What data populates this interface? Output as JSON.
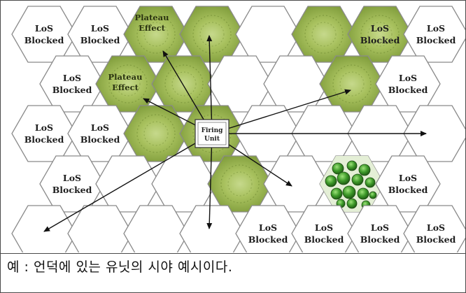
{
  "colors": {
    "hex_stroke": "#8a8a8a",
    "hill_fill": "#9cb653",
    "hill_edge": "#6f8a32",
    "forest_dark": "#2f7d1d",
    "arrow": "#111111"
  },
  "labels": {
    "los_line1": "LoS",
    "los_line2": "Blocked",
    "plateau_line1": "Plateau",
    "plateau_line2": "Effect",
    "unit_line1": "Firing",
    "unit_line2": "Unit"
  },
  "caption": "예 : 언덕에 있는 유닛의 시야 예시이다."
}
